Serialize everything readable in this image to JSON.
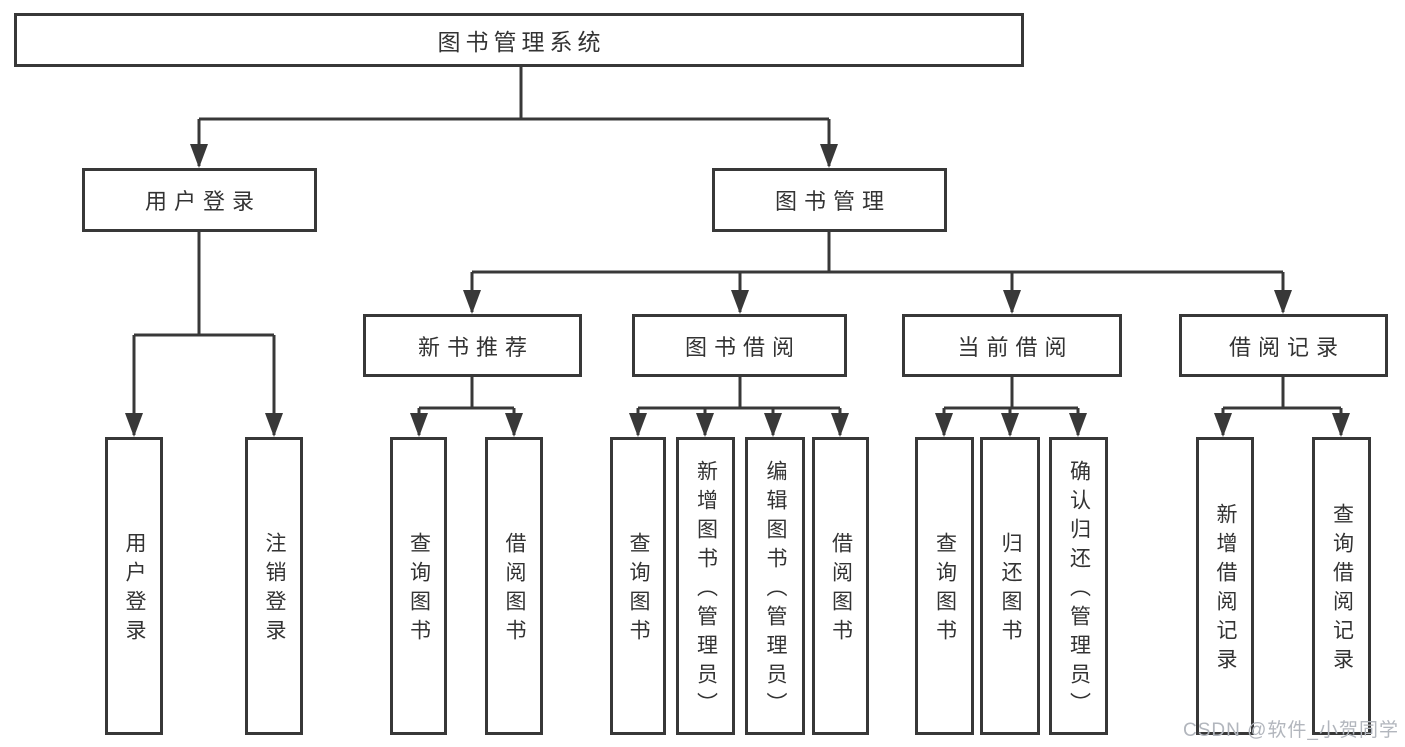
{
  "diagram": {
    "root": "图书管理系统",
    "branches": [
      {
        "label": "用户登录",
        "children": [
          "用户登录",
          "注销登录"
        ]
      },
      {
        "label": "图书管理",
        "sections": [
          {
            "label": "新书推荐",
            "children": [
              "查询图书",
              "借阅图书"
            ]
          },
          {
            "label": "图书借阅",
            "children": [
              "查询图书",
              "新增图书（管理员）",
              "编辑图书（管理员）",
              "借阅图书"
            ]
          },
          {
            "label": "当前借阅",
            "children": [
              "查询图书",
              "归还图书",
              "确认归还（管理员）"
            ]
          },
          {
            "label": "借阅记录",
            "children": [
              "新增借阅记录",
              "查询借阅记录"
            ]
          }
        ]
      }
    ]
  },
  "watermark": "CSDN @软件_小贺同学",
  "colors": {
    "line": "#383838",
    "text": "#333333",
    "watermark": "#b2b6bd",
    "background": "#ffffff"
  }
}
